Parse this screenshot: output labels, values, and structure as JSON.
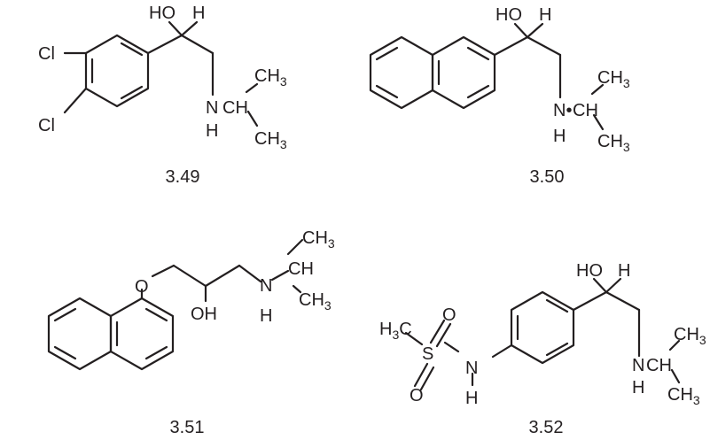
{
  "figure": {
    "ink_color": "#231f20",
    "background": "#ffffff",
    "molecules": [
      {
        "id": "3.49",
        "caption": "3.49",
        "atoms": {
          "cl_top": "Cl",
          "cl_bottom": "Cl",
          "ho": "HO",
          "h": "H",
          "nh_n": "N",
          "nh_h": "H",
          "ch": "CH",
          "ch3_top": "CH",
          "ch3_top_sub": "3",
          "ch3_bottom": "CH",
          "ch3_bottom_sub": "3"
        }
      },
      {
        "id": "3.50",
        "caption": "3.50",
        "atoms": {
          "ho": "HO",
          "h": "H",
          "n": "N•",
          "n_h": "H",
          "ch": "CH",
          "ch3_top": "CH",
          "ch3_top_sub": "3",
          "ch3_bottom": "CH",
          "ch3_bottom_sub": "3"
        }
      },
      {
        "id": "3.51",
        "caption": "3.51",
        "atoms": {
          "o": "O",
          "oh": "OH",
          "n": "N",
          "n_h": "H",
          "ch": "CH",
          "ch3_top": "CH",
          "ch3_top_sub": "3",
          "ch3_bottom": "CH",
          "ch3_bottom_sub": "3"
        }
      },
      {
        "id": "3.52",
        "caption": "3.52",
        "atoms": {
          "h3c_h": "H",
          "h3c_sub": "3",
          "h3c_c": "C",
          "s": "S",
          "o_top": "O",
          "o_bottom": "O",
          "n": "N",
          "n_h": "H",
          "ho": "HO",
          "h": "H",
          "nh_n": "N",
          "nh_h": "H",
          "ch": "CH",
          "ch3_top": "CH",
          "ch3_top_sub": "3",
          "ch3_bottom": "CH",
          "ch3_bottom_sub": "3"
        }
      }
    ]
  }
}
